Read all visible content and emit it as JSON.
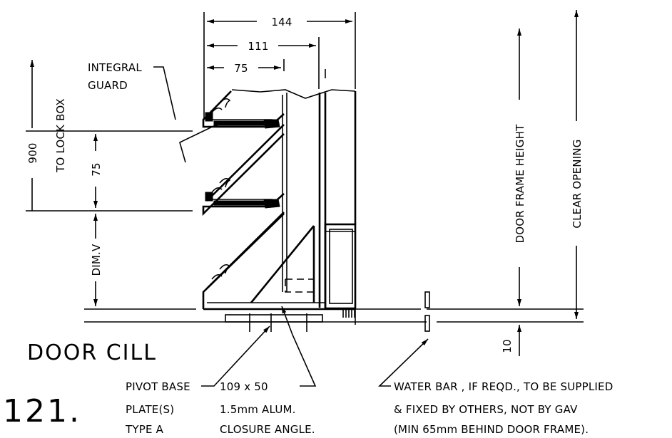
{
  "title": "DOOR CILL",
  "drawing_number": "121.",
  "dimensions": {
    "overall_width": "144",
    "mid_width": "111",
    "louvre_width": "75",
    "lock_box_value": "900",
    "lock_box_label": "TO LOCK BOX",
    "louvre_pitch": "75",
    "dim_v": "DIM.V",
    "door_frame_height": "DOOR FRAME HEIGHT",
    "clear_opening": "CLEAR OPENING",
    "cill_gap": "10"
  },
  "callouts": {
    "integral_guard": [
      "INTEGRAL",
      "GUARD"
    ],
    "pivot_base": [
      "PIVOT BASE",
      "PLATE(S)",
      "TYPE A"
    ],
    "closure_angle": [
      "109 x 50",
      "1.5mm ALUM.",
      "CLOSURE ANGLE."
    ],
    "water_bar": [
      "WATER BAR , IF REQD., TO BE SUPPLIED",
      "& FIXED BY OTHERS, NOT BY GAV",
      "(MIN 65mm BEHIND DOOR FRAME)."
    ]
  }
}
